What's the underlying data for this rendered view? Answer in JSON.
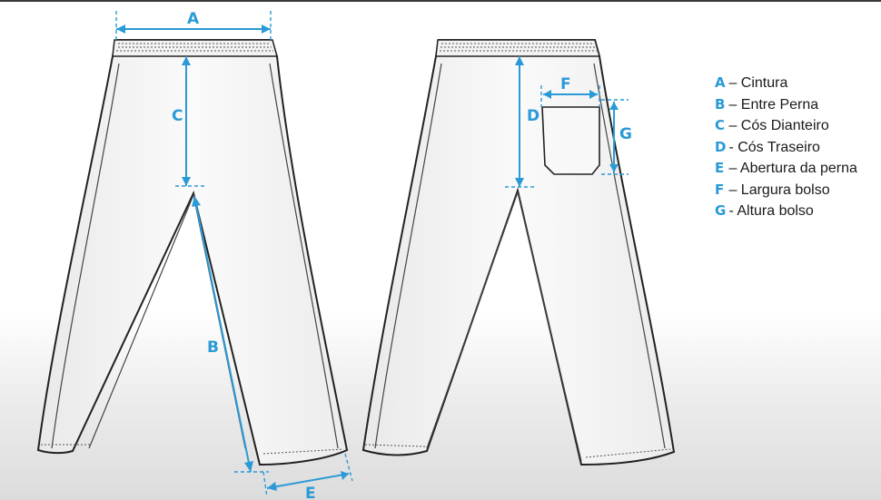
{
  "diagram": {
    "dimension_labels": {
      "a": "A",
      "b": "B",
      "c": "C",
      "d": "D",
      "e": "E",
      "f": "F",
      "g": "G"
    }
  },
  "legend": {
    "items": [
      {
        "key": "A",
        "text": " – Cintura"
      },
      {
        "key": "B",
        "text": " – Entre Perna"
      },
      {
        "key": "C",
        "text": " – Cós Dianteiro"
      },
      {
        "key": "D",
        "text": " - Cós Traseiro"
      },
      {
        "key": "E",
        "text": " – Abertura da perna"
      },
      {
        "key": "F",
        "text": " – Largura bolso"
      },
      {
        "key": "G",
        "text": " - Altura bolso"
      }
    ]
  },
  "colors": {
    "accent": "#2a9ad6",
    "outline": "#222222",
    "fabric": "#f7f7f7"
  }
}
